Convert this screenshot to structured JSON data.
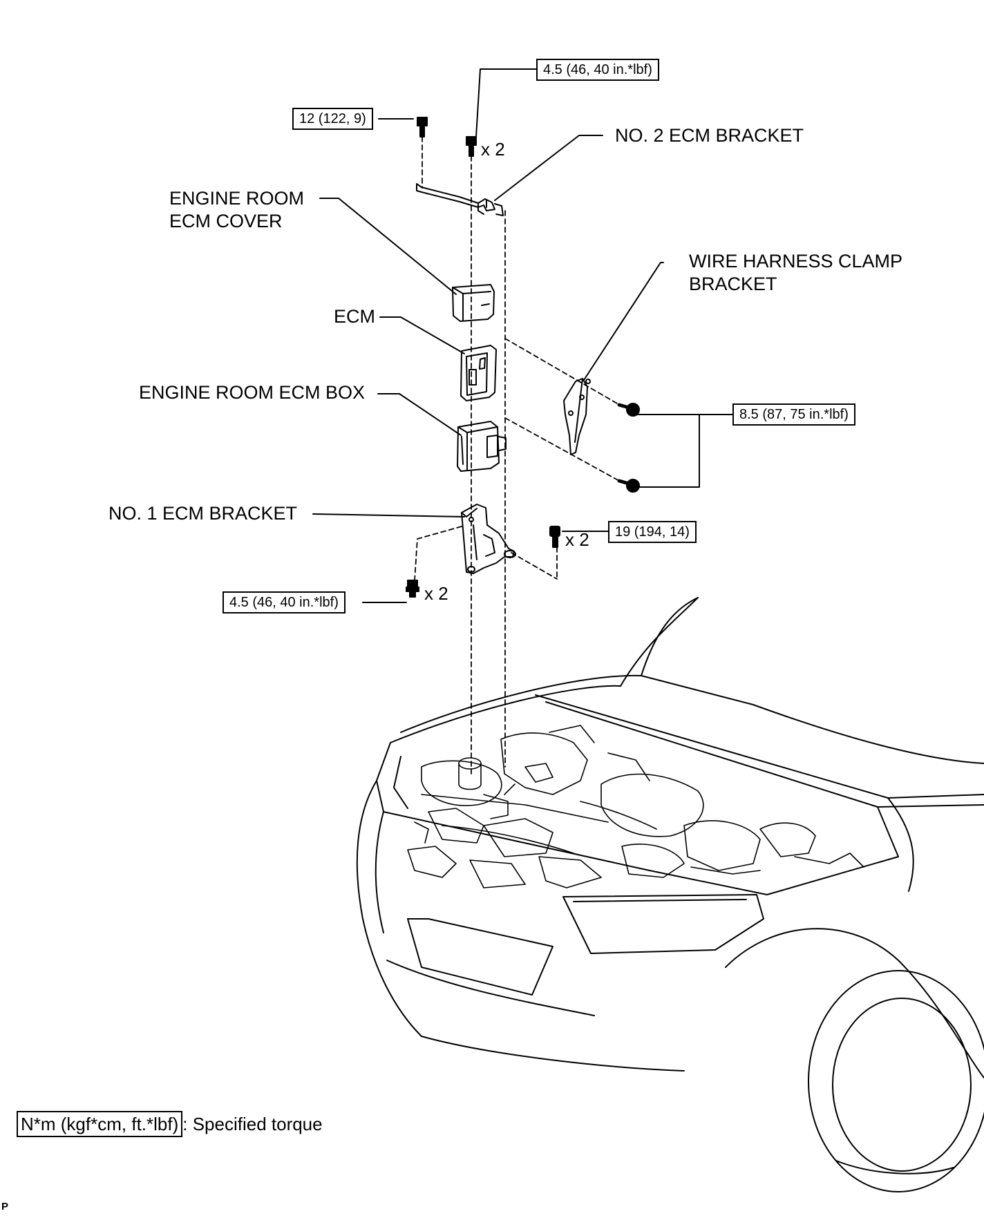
{
  "labels": {
    "no2_ecm_bracket": "NO. 2 ECM BRACKET",
    "engine_room_ecm_cover_line1": "ENGINE ROOM",
    "engine_room_ecm_cover_line2": "ECM COVER",
    "wire_harness_line1": "WIRE HARNESS CLAMP",
    "wire_harness_line2": "BRACKET",
    "ecm": "ECM",
    "engine_room_ecm_box": "ENGINE ROOM ECM BOX",
    "no1_ecm_bracket": "NO. 1 ECM BRACKET"
  },
  "torques": {
    "top_bolt_x2": "4.5 (46, 40 in.*lbf)",
    "left_bolt": "12 (122, 9)",
    "harness_bracket_bolts": "8.5 (87, 75 in.*lbf)",
    "no1_side_bolts": "19 (194, 14)",
    "no1_bottom_bolts": "4.5 (46, 40 in.*lbf)"
  },
  "quantities": {
    "top": "x 2",
    "side": "x 2",
    "bottom": "x 2"
  },
  "legend": {
    "unit_box": "N*m (kgf*cm, ft.*lbf)",
    "description": ": Specified torque"
  },
  "figure_code": "P"
}
